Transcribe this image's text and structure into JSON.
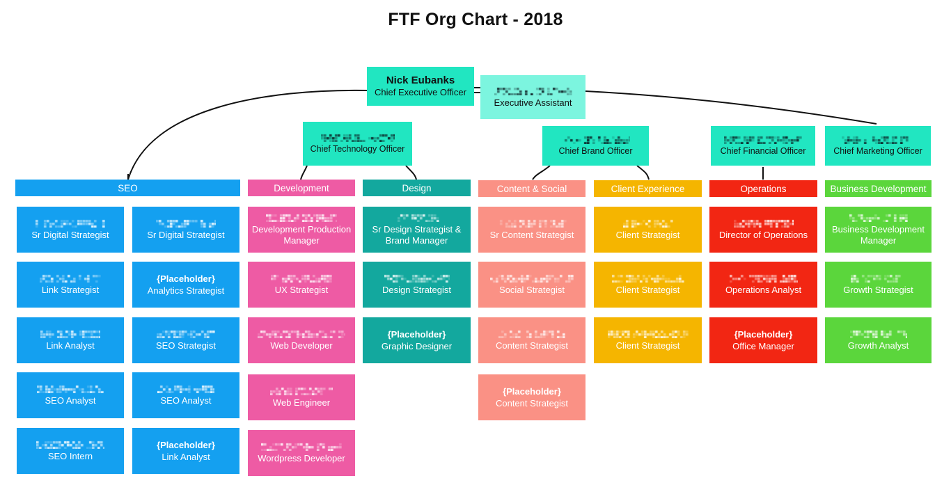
{
  "title": "FTF Org Chart - 2018",
  "palette": {
    "ceo": "#21E6C1",
    "assistant": "#7CF5DF",
    "executive": "#21E6C1",
    "seo": "#14A0F0",
    "development": "#EE5BA4",
    "design": "#13A89E",
    "content_social": "#FA9185",
    "client_experience": "#F5B500",
    "operations": "#F22613",
    "business_development": "#5BD63C",
    "connector": "#111111",
    "title_text": "#111111",
    "card_text": "#FFFFFF"
  },
  "executives": {
    "ceo": {
      "person": "Nick Eubanks",
      "role": "Chief Executive Officer",
      "redacted": false
    },
    "assistant": {
      "person": "",
      "role": "Executive Assistant",
      "redacted": true
    },
    "cto": {
      "person": "",
      "role": "Chief Technology Officer",
      "redacted": true
    },
    "cbo": {
      "person": "",
      "role": "Chief Brand Officer",
      "redacted": true
    },
    "cfo": {
      "person": "",
      "role": "Chief Financial Officer",
      "redacted": true
    },
    "cmo": {
      "person": "",
      "role": "Chief Marketing Officer",
      "redacted": true
    }
  },
  "departments": [
    {
      "key": "seo",
      "label": "SEO",
      "color": "#14A0F0"
    },
    {
      "key": "development",
      "label": "Development",
      "color": "#EE5BA4"
    },
    {
      "key": "design",
      "label": "Design",
      "color": "#13A89E"
    },
    {
      "key": "content_social",
      "label": "Content & Social",
      "color": "#FA9185"
    },
    {
      "key": "client_experience",
      "label": "Client Experience",
      "color": "#F5B500"
    },
    {
      "key": "operations",
      "label": "Operations",
      "color": "#F22613"
    },
    {
      "key": "business_development",
      "label": "Business Development",
      "color": "#5BD63C"
    }
  ],
  "staff": {
    "seo_left": [
      {
        "person": "",
        "role": "Sr Digital Strategist",
        "redacted": true
      },
      {
        "person": "",
        "role": "Link Strategist",
        "redacted": true
      },
      {
        "person": "",
        "role": "Link Analyst",
        "redacted": true
      },
      {
        "person": "",
        "role": "SEO Analyst",
        "redacted": true
      },
      {
        "person": "",
        "role": "SEO Intern",
        "redacted": true
      }
    ],
    "seo_right": [
      {
        "person": "",
        "role": "Sr Digital Strategist",
        "redacted": true
      },
      {
        "person": "{Placeholder}",
        "role": "Analytics Strategist",
        "redacted": false
      },
      {
        "person": "",
        "role": "SEO Strategist",
        "redacted": true
      },
      {
        "person": "",
        "role": "SEO Analyst",
        "redacted": true
      },
      {
        "person": "{Placeholder}",
        "role": "Link Analyst",
        "redacted": false
      }
    ],
    "development": [
      {
        "person": "",
        "role": "Development Production Manager",
        "redacted": true
      },
      {
        "person": "",
        "role": "UX Strategist",
        "redacted": true
      },
      {
        "person": "",
        "role": "Web Developer",
        "redacted": true
      },
      {
        "person": "",
        "role": "Web Engineer",
        "redacted": true
      },
      {
        "person": "",
        "role": "Wordpress Developer",
        "redacted": true
      }
    ],
    "design": [
      {
        "person": "",
        "role": "Sr Design Strategist & Brand Manager",
        "redacted": true
      },
      {
        "person": "",
        "role": "Design Strategist",
        "redacted": true
      },
      {
        "person": "{Placeholder}",
        "role": "Graphic Designer",
        "redacted": false
      }
    ],
    "content_social": [
      {
        "person": "",
        "role": "Sr Content Strategist",
        "redacted": true
      },
      {
        "person": "",
        "role": "Social Strategist",
        "redacted": true
      },
      {
        "person": "",
        "role": "Content Strategist",
        "redacted": true
      },
      {
        "person": "{Placeholder}",
        "role": "Content Strategist",
        "redacted": false
      }
    ],
    "client_experience": [
      {
        "person": "",
        "role": "Client Strategist",
        "redacted": true
      },
      {
        "person": "",
        "role": "Client Strategist",
        "redacted": true
      },
      {
        "person": "",
        "role": "Client Strategist",
        "redacted": true
      }
    ],
    "operations": [
      {
        "person": "",
        "role": "Director of Operations",
        "redacted": true
      },
      {
        "person": "",
        "role": "Operations Analyst",
        "redacted": true
      },
      {
        "person": "{Placeholder}",
        "role": "Office Manager",
        "redacted": false
      }
    ],
    "business_development": [
      {
        "person": "",
        "role": "Business Development Manager",
        "redacted": true
      },
      {
        "person": "",
        "role": "Growth Strategist",
        "redacted": true
      },
      {
        "person": "",
        "role": "Growth Analyst",
        "redacted": true
      }
    ]
  }
}
